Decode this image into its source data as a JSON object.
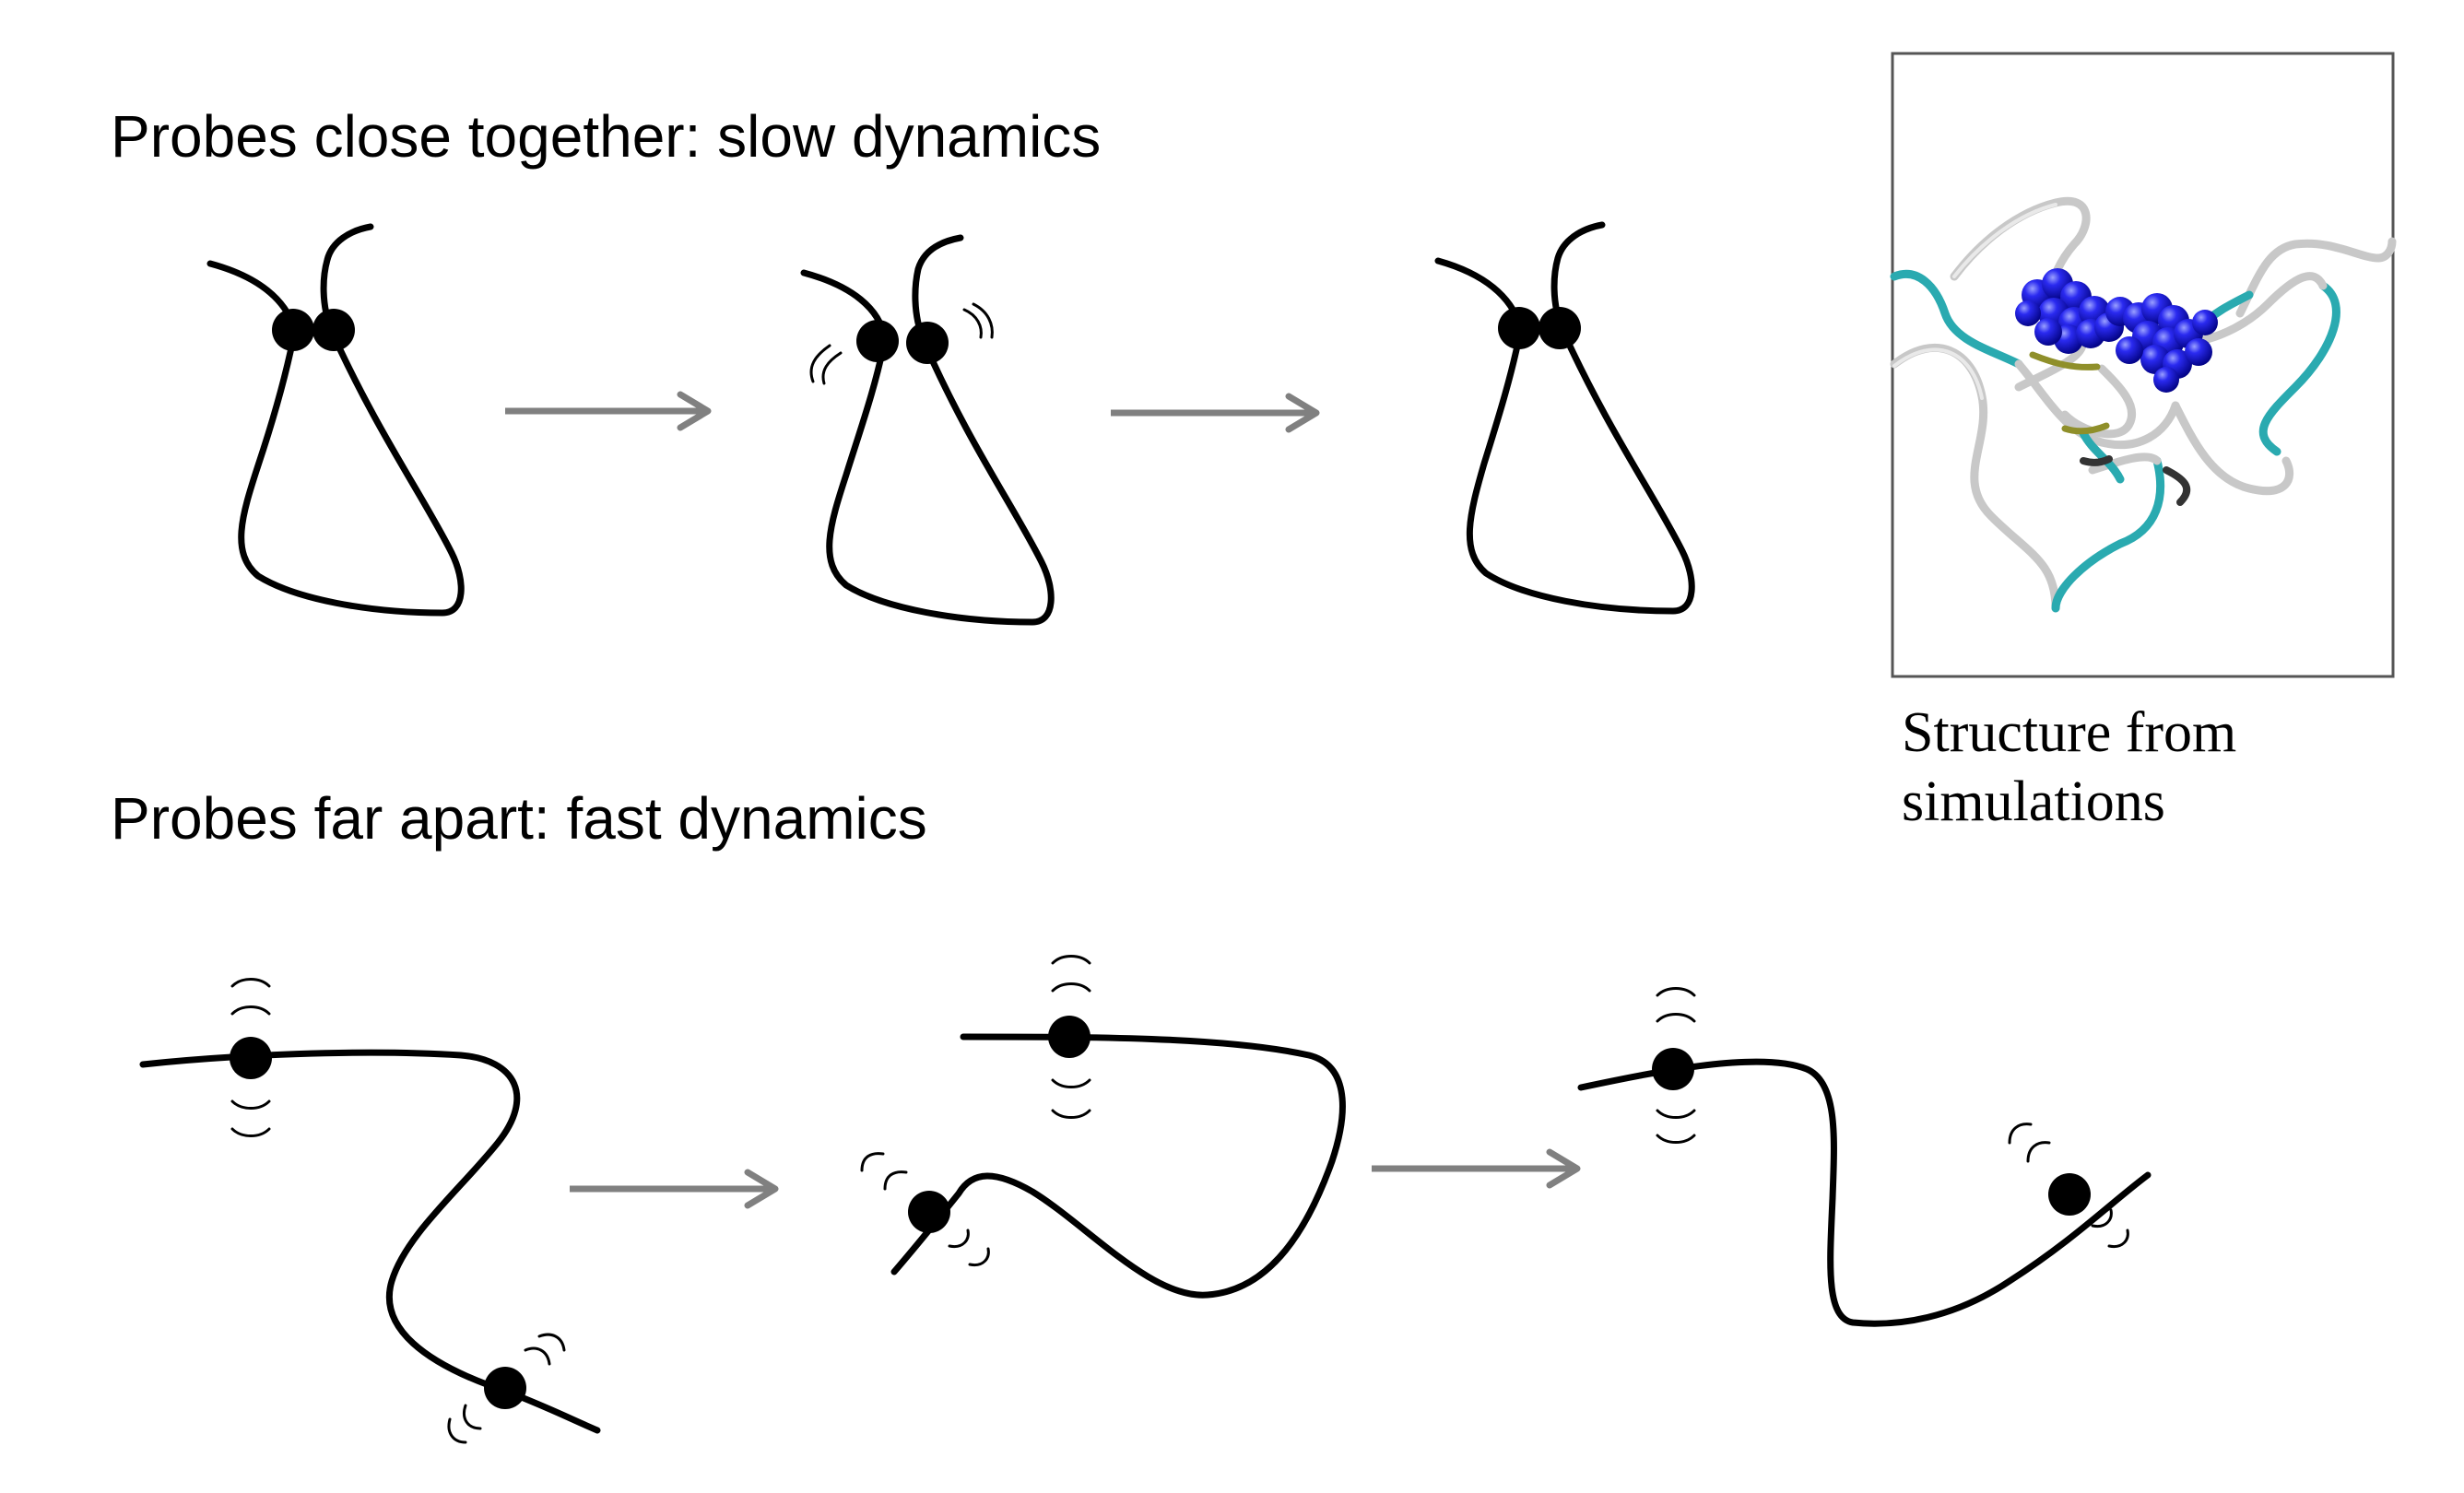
{
  "top_heading": "Probes close together: slow dynamics",
  "bottom_heading": "Probes far apart: fast dynamics",
  "structure_caption": {
    "line1": "Structure from",
    "line2": "simulations"
  },
  "colors": {
    "chain": "#000000",
    "arrow": "#808080",
    "probe_sphere": "#1010e0",
    "ribbon_gray": "#c8c8c8",
    "ribbon_cyan": "#2aaab0"
  }
}
